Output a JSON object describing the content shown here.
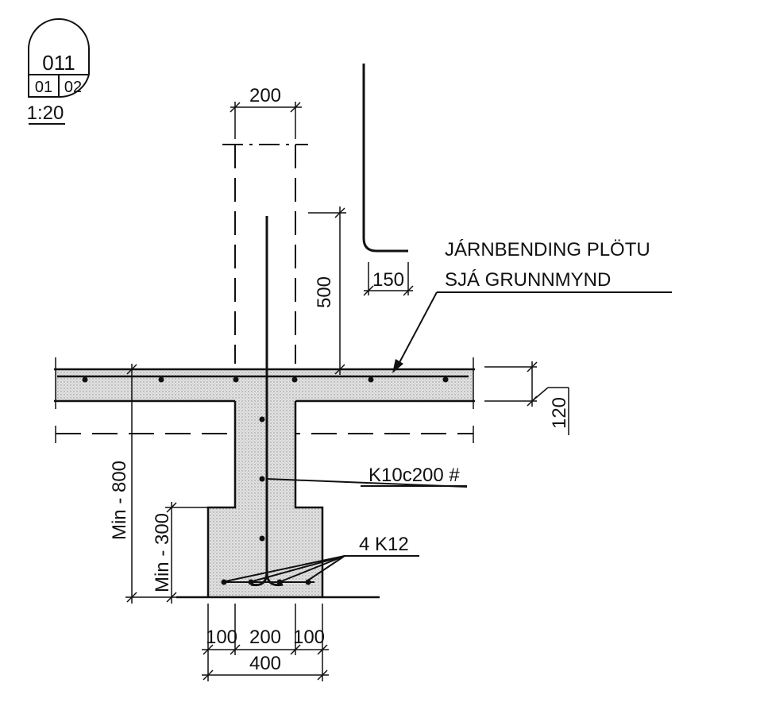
{
  "detail_tag": {
    "number": "011",
    "sheet_left": "01",
    "sheet_right": "02",
    "scale": "1:20"
  },
  "labels": {
    "slab_rebar_line1": "JÁRNBENDING PLÖTU",
    "slab_rebar_line2": "SJÁ GRUNNMYND",
    "stirrups": "K10c200 #",
    "bottom_bars": "4 K12"
  },
  "dimensions": {
    "wall_width_top": "200",
    "anchor_length": "500",
    "hook_length": "150",
    "slab_thickness": "120",
    "depth_total": "Min - 800",
    "footing_height": "Min - 300",
    "left_offset": "100",
    "stem_width": "200",
    "right_offset": "100",
    "footing_width": "400"
  },
  "colors": {
    "ink": "#111111",
    "concrete_fill": "#d9d9d9"
  }
}
